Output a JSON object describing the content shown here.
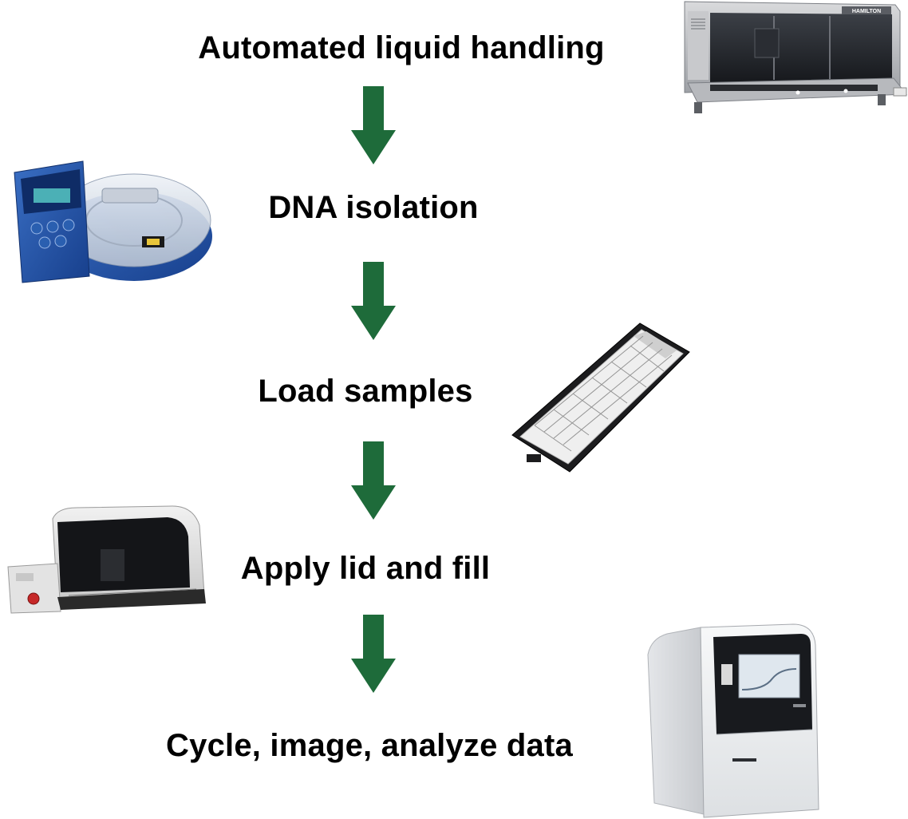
{
  "steps": [
    {
      "label": "Automated liquid handling",
      "instrument_icon": "liquid-handler-robot-icon"
    },
    {
      "label": "DNA isolation",
      "instrument_icon": "dna-extraction-instrument-icon"
    },
    {
      "label": "Load samples",
      "instrument_icon": "sample-microplate-icon"
    },
    {
      "label": "Apply lid and fill",
      "instrument_icon": "plate-sealer-instrument-icon"
    },
    {
      "label": "Cycle, image, analyze data",
      "instrument_icon": "qpcr-instrument-icon"
    }
  ],
  "colors": {
    "arrow": "#1e6b3a",
    "text": "#000000",
    "background": "#ffffff"
  },
  "instrument_brand": "HAMILTON"
}
